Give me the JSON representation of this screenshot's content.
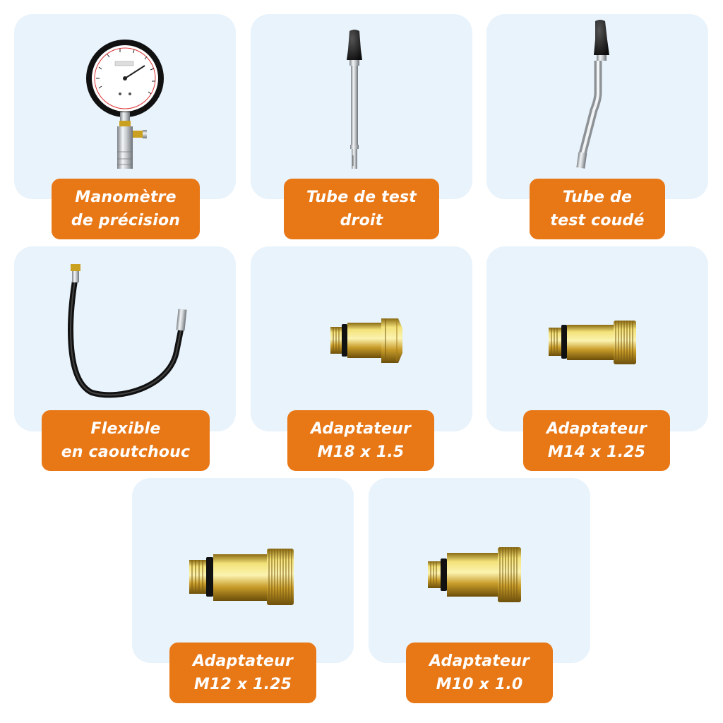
{
  "colors": {
    "card_background": "#e9f3fc",
    "label_background": "#e87716",
    "label_text": "#ffffff"
  },
  "items": [
    {
      "name": "gauge",
      "icon": "pressure-gauge-icon",
      "label": [
        "Manomètre",
        "de précision"
      ]
    },
    {
      "name": "straight-tube",
      "icon": "straight-test-tube-icon",
      "label": [
        "Tube de test",
        "droit"
      ]
    },
    {
      "name": "bent-tube",
      "icon": "bent-test-tube-icon",
      "label": [
        "Tube de",
        "test coudé"
      ]
    },
    {
      "name": "rubber-hose",
      "icon": "rubber-hose-icon",
      "label": [
        "Flexible",
        "en caoutchouc"
      ]
    },
    {
      "name": "adapter-m18",
      "icon": "hex-adapter-icon",
      "label": [
        "Adaptateur",
        "M18 x 1.5"
      ]
    },
    {
      "name": "adapter-m14",
      "icon": "knurled-adapter-icon",
      "label": [
        "Adaptateur",
        "M14 x 1.25"
      ]
    },
    {
      "name": "adapter-m12",
      "icon": "knurled-adapter-icon",
      "label": [
        "Adaptateur",
        "M12 x 1.25"
      ]
    },
    {
      "name": "adapter-m10",
      "icon": "knurled-adapter-icon",
      "label": [
        "Adaptateur",
        "M10 x 1.0"
      ]
    }
  ]
}
